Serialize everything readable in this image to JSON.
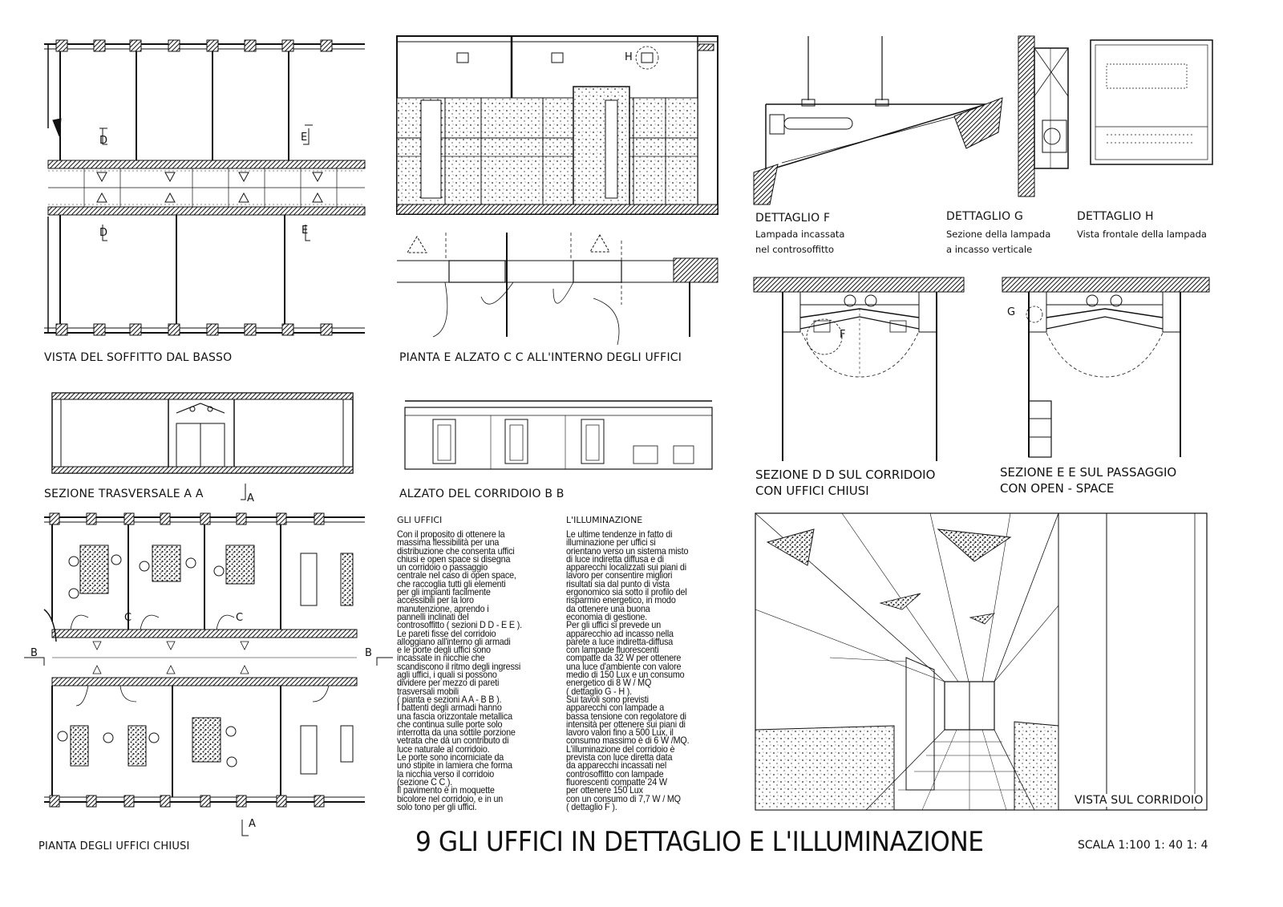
{
  "captions": {
    "soffitto": "VISTA DEL SOFFITTO DAL BASSO",
    "pianta_alzato": "PIANTA E ALZATO C C ALL'INTERNO DEGLI UFFICI",
    "sezione_aa": "SEZIONE TRASVERSALE A A",
    "alzato_bb": "ALZATO DEL CORRIDOIO B B",
    "pianta_chiusi": "PIANTA DEGLI UFFICI CHIUSI",
    "vista_corridoio": "VISTA SUL CORRIDOIO",
    "sezione_dd": "SEZIONE D D SUL CORRIDOIO\nCON UFFICI CHIUSI",
    "sezione_ee": "SEZIONE E E SUL PASSAGGIO\nCON OPEN - SPACE"
  },
  "details": {
    "f_title": "DETTAGLIO F",
    "f_desc": "Lampada incassata\nnel controsoffitto",
    "g_title": "DETTAGLIO G",
    "g_desc": "Sezione della lampada\na incasso verticale",
    "h_title": "DETTAGLIO H",
    "h_desc": "Vista frontale della lampada"
  },
  "markers": {
    "d": "D",
    "e": "E",
    "a": "A",
    "b": "B",
    "c": "C",
    "f": "F",
    "g": "G",
    "h": "H"
  },
  "text_uffici": {
    "heading": "GLI UFFICI",
    "body": "Con il proposito di ottenere la\nmassima flessibilità per una\ndistribuzione che consenta uffici\nchiusi e open space si disegna\nun corridoio o passaggio\ncentrale nel caso di open space,\nche raccoglia tutti gli elementi\nper gli impianti facilmente\naccessibili per la loro\nmanutenzione, aprendo i\npannelli inclinati del\ncontrosoffitto ( sezioni D D - E E ).\nLe pareti fisse del corridoio\nalloggiano all'interno gli armadi\ne le porte degli uffici sono\nincassate in nicchie che\nscandiscono il ritmo degli ingressi\nagli uffici, i quali si possono\ndividere per mezzo di pareti\ntrasversali mobili\n( pianta e sezioni A A - B B ).\nI battenti degli armadi hanno\nuna fascia orizzontale metallica\nche continua sulle porte solo\ninterrotta da una sottile porzione\nvetrata che dà un contributo di\nluce naturale al corridoio.\nLe porte sono incorniciate da\nuno stipite in lamiera che forma\nla nicchia verso il corridoio\n(sezione C C ).\nIl pavimento è in moquette\nbicolore nel corridoio, e in un\nsolo tono per gli uffici."
  },
  "text_illuminazione": {
    "heading": "L'ILLUMINAZIONE",
    "body": "Le ultime tendenze in fatto di\nilluminazione per uffici si\norientano verso un sistema misto\ndi luce indiretta diffusa e di\napparecchi localizzati sui piani di\nlavoro per consentire migliori\nrisultati sia dal punto di vista\nergonomico sia sotto il profilo del\nrisparmio energetico, in modo\nda ottenere una buona\neconomia di gestione.\nPer gli uffici si prevede un\napparecchio ad incasso nella\nparete a luce indiretta-diffusa\ncon lampade fluorescenti\ncompatte da 32 W per ottenere\nuna luce d'ambiente con valore\nmedio di 150 Lux e un consumo\nenergetico di 8 W / MQ\n( dettaglio G - H ).\nSui tavoli sono previsti\napparecchi con lampade a\nbassa tensione con regolatore di\nintensità per ottenere sui piani di\nlavoro valori fino a 500 Lux, il\nconsumo massimo è di 6 W /MQ.\nL'illuminazione del corridoio è\nprevista con luce diretta data\nda apparecchi incassati nel\ncontrosoffitto con lampade\nfluorescenti compatte 24 W\nper ottenere 150 Lux\ncon un consumo di 7,7 W / MQ\n( dettaglio F )."
  },
  "footer": {
    "title": "9  GLI UFFICI IN DETTAGLIO  E L'ILLUMINAZIONE",
    "scale": "SCALA 1:100  1: 40  1: 4"
  }
}
